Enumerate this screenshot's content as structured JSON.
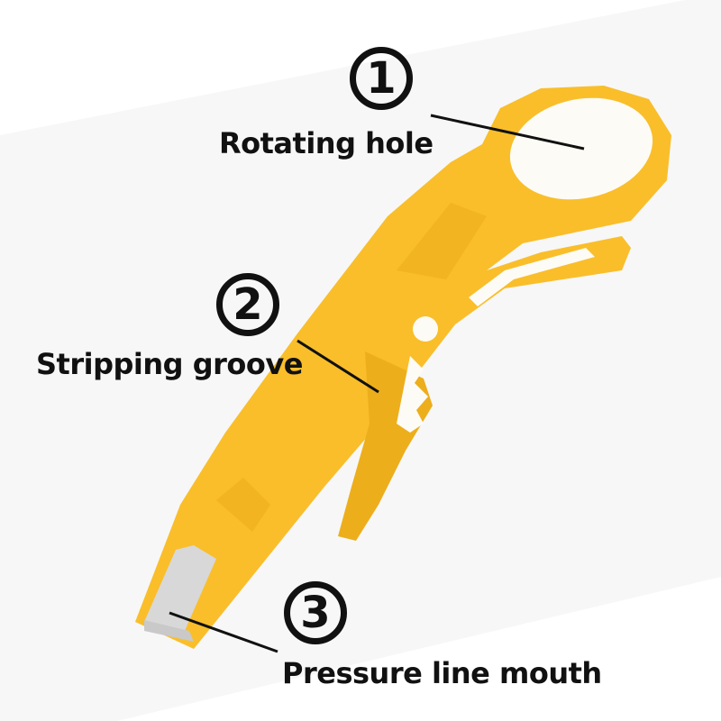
{
  "colors": {
    "tool_yellow": "#F9BE2A",
    "tool_shade": "#E9AA14",
    "blade_gray": "#D8D8D8",
    "text": "#111111",
    "background_panel": "#F7F7F7"
  },
  "callouts": [
    {
      "number": "1",
      "label": "Rotating hole"
    },
    {
      "number": "2",
      "label": "Stripping groove"
    },
    {
      "number": "3",
      "label": "Pressure line mouth"
    }
  ]
}
